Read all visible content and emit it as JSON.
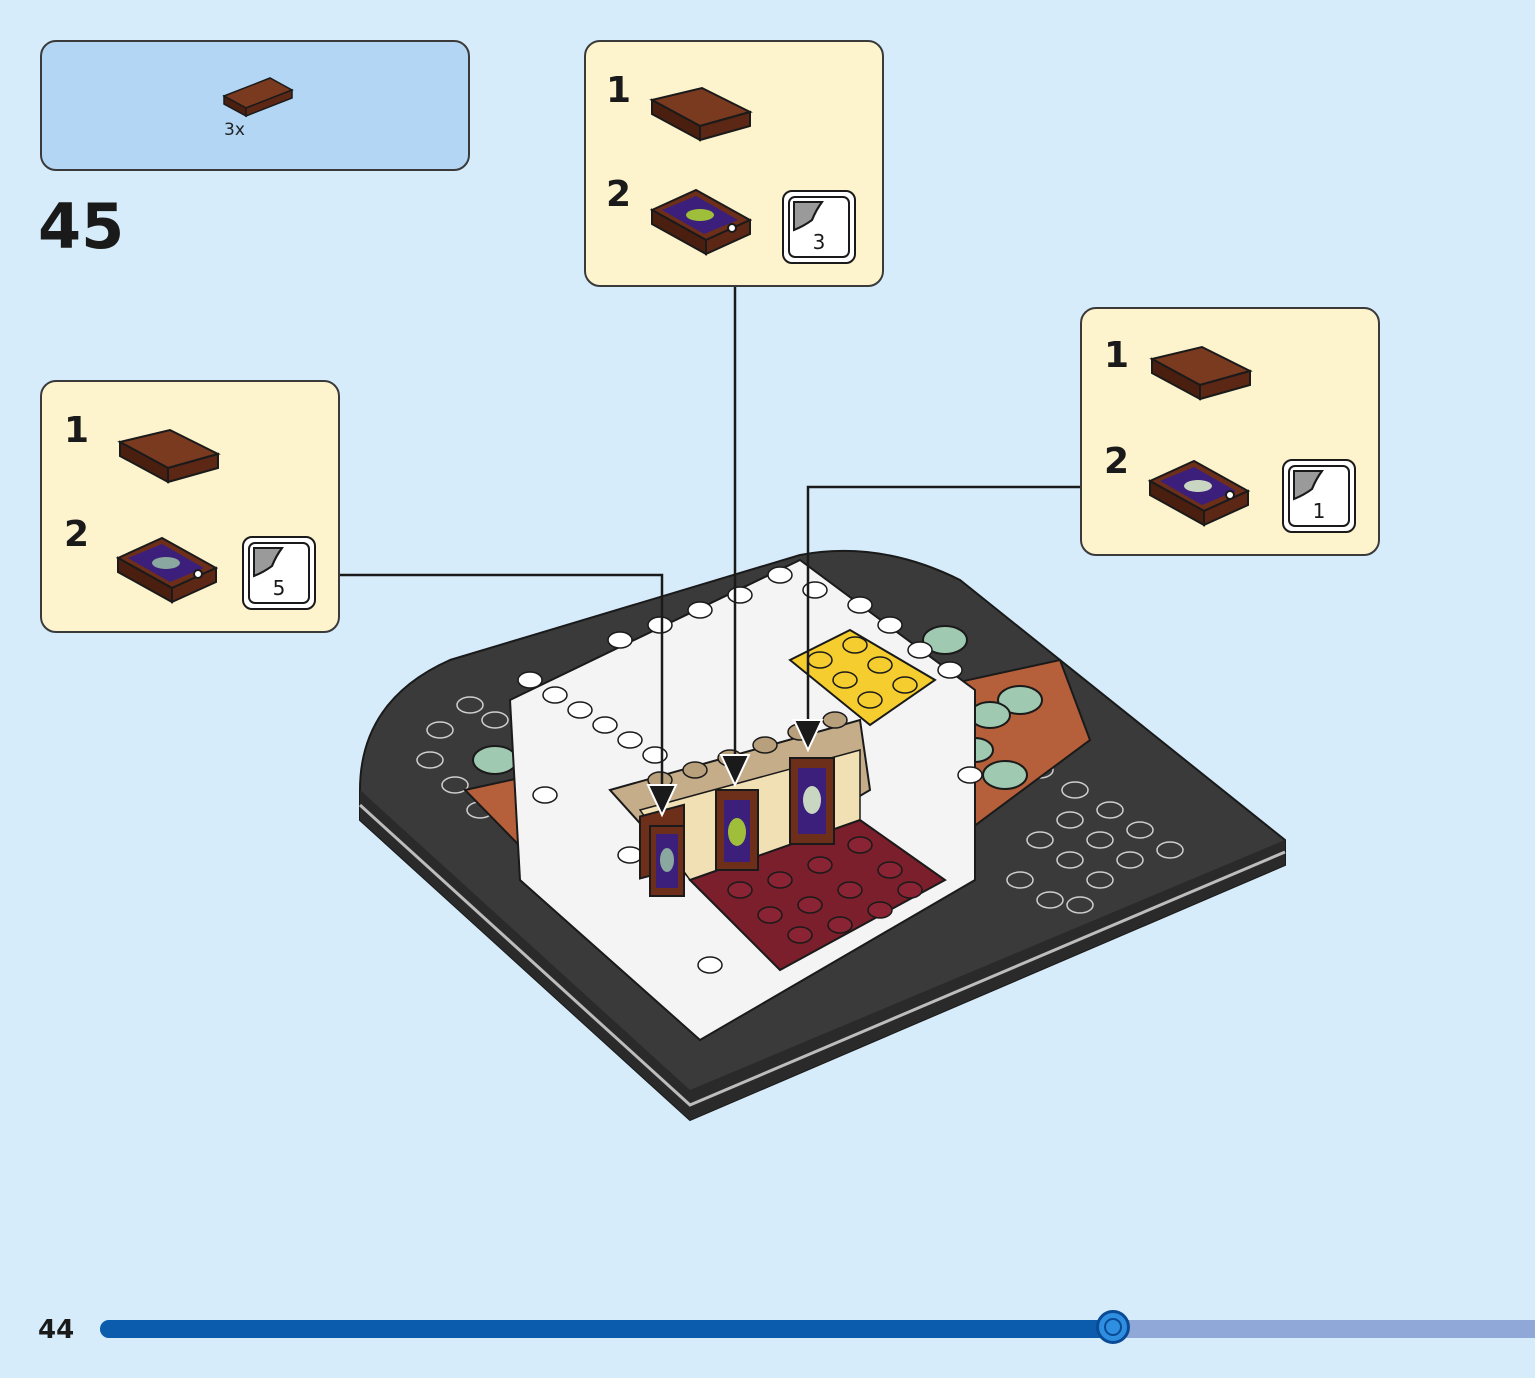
{
  "parts_list": {
    "quantity": "3x"
  },
  "step": {
    "number": "45"
  },
  "callouts": [
    {
      "step1": "1",
      "step2": "2",
      "sticker": "3"
    },
    {
      "step1": "1",
      "step2": "2",
      "sticker": "5"
    },
    {
      "step1": "1",
      "step2": "2",
      "sticker": "1"
    }
  ],
  "page": {
    "number": "44",
    "progress": 0.706
  },
  "colors": {
    "background": "#d6ecfb",
    "parts_box": "#b2d6f3",
    "callout_box": "#fdf3cd",
    "reddish_brown_tile": "#6e2f1a",
    "progress_fill": "#0b5cad",
    "progress_track": "#8fa8d8"
  },
  "icons": [
    "brown-tile-icon",
    "printed-tile-icon",
    "sticker-icon",
    "arrow-icon",
    "lego-model-illustration"
  ]
}
